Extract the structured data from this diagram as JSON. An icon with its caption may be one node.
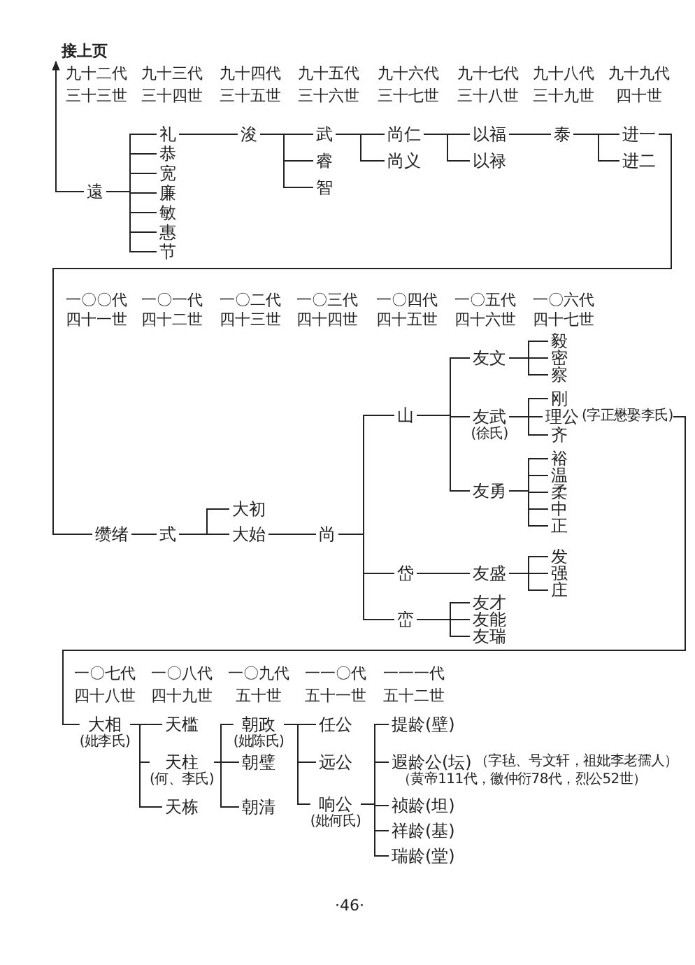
{
  "diagram": {
    "nodes": [
      {
        "text": [
          "接上页"
        ]
      },
      {
        "text": [
          "遠"
        ]
      },
      {
        "text": [
          "礼"
        ]
      },
      {
        "text": [
          "恭"
        ]
      },
      {
        "text": [
          "宽"
        ]
      },
      {
        "text": [
          "廉"
        ]
      },
      {
        "text": [
          "敏"
        ]
      },
      {
        "text": [
          "惠"
        ]
      },
      {
        "text": [
          "节"
        ]
      },
      {
        "text": [
          "浚"
        ]
      },
      {
        "text": [
          "武"
        ]
      },
      {
        "text": [
          "睿"
        ]
      },
      {
        "text": [
          "智"
        ]
      },
      {
        "text": [
          "尚仁"
        ]
      },
      {
        "text": [
          "尚义"
        ]
      },
      {
        "text": [
          "以福"
        ]
      },
      {
        "text": [
          "以禄"
        ]
      },
      {
        "text": [
          "泰"
        ]
      },
      {
        "text": [
          "进一"
        ]
      },
      {
        "text": [
          "进二"
        ]
      },
      {
        "text": [
          "缵绪"
        ]
      },
      {
        "text": [
          "式"
        ]
      },
      {
        "text": [
          "大初"
        ]
      },
      {
        "text": [
          "大始"
        ]
      },
      {
        "text": [
          "尚"
        ]
      },
      {
        "text": [
          "山"
        ]
      },
      {
        "text": [
          "友文"
        ]
      },
      {
        "text": [
          "友武",
          "(徐氏)"
        ]
      },
      {
        "text": [
          "友勇"
        ]
      },
      {
        "text": [
          "毅"
        ]
      },
      {
        "text": [
          "密"
        ]
      },
      {
        "text": [
          "察"
        ]
      },
      {
        "text": [
          "刚"
        ]
      },
      {
        "text": [
          "理公",
          "(字正懋娶李氏)"
        ]
      },
      {
        "text": [
          "齐"
        ]
      },
      {
        "text": [
          "裕"
        ]
      },
      {
        "text": [
          "温"
        ]
      },
      {
        "text": [
          "柔"
        ]
      },
      {
        "text": [
          "中"
        ]
      },
      {
        "text": [
          "正"
        ]
      },
      {
        "text": [
          "岱"
        ]
      },
      {
        "text": [
          "友盛"
        ]
      },
      {
        "text": [
          "发"
        ]
      },
      {
        "text": [
          "强"
        ]
      },
      {
        "text": [
          "庄"
        ]
      },
      {
        "text": [
          "峦"
        ]
      },
      {
        "text": [
          "友才"
        ]
      },
      {
        "text": [
          "友能"
        ]
      },
      {
        "text": [
          "友瑞"
        ]
      },
      {
        "text": [
          "大相",
          "(妣李氏)"
        ]
      },
      {
        "text": [
          "天槛"
        ]
      },
      {
        "text": [
          "天柱",
          "(何、李氏)"
        ]
      },
      {
        "text": [
          "天栋"
        ]
      },
      {
        "text": [
          "朝政",
          "(妣陈氏)"
        ]
      },
      {
        "text": [
          "朝璧"
        ]
      },
      {
        "text": [
          "朝清"
        ]
      },
      {
        "text": [
          "任公"
        ]
      },
      {
        "text": [
          "远公"
        ]
      },
      {
        "text": [
          "响公",
          "(妣何氏)"
        ]
      },
      {
        "text": [
          "提龄(壁)"
        ]
      },
      {
        "text": [
          "遐龄公(坛)",
          "（字毡、号文轩，祖妣李老孺人）",
          "（黄帝111代，徽仲衍78代，烈公52世）"
        ]
      },
      {
        "text": [
          "祯龄(坦)"
        ]
      },
      {
        "text": [
          "祥龄(基)"
        ]
      },
      {
        "text": [
          "瑞龄(堂)"
        ]
      }
    ],
    "edges": [
      {
        "from": 1,
        "to": 0,
        "arrow": "to"
      },
      {
        "from": 1,
        "to": 2,
        "arrow": "none"
      },
      {
        "from": 1,
        "to": 3,
        "arrow": "none"
      },
      {
        "from": 1,
        "to": 4,
        "arrow": "none"
      },
      {
        "from": 1,
        "to": 5,
        "arrow": "none"
      },
      {
        "from": 1,
        "to": 6,
        "arrow": "none"
      },
      {
        "from": 1,
        "to": 7,
        "arrow": "none"
      },
      {
        "from": 1,
        "to": 8,
        "arrow": "none"
      },
      {
        "from": 2,
        "to": 9,
        "arrow": "none"
      },
      {
        "from": 9,
        "to": 10,
        "arrow": "none"
      },
      {
        "from": 9,
        "to": 11,
        "arrow": "none"
      },
      {
        "from": 9,
        "to": 12,
        "arrow": "none"
      },
      {
        "from": 10,
        "to": 13,
        "arrow": "none"
      },
      {
        "from": 10,
        "to": 14,
        "arrow": "none"
      },
      {
        "from": 13,
        "to": 15,
        "arrow": "none"
      },
      {
        "from": 13,
        "to": 16,
        "arrow": "none"
      },
      {
        "from": 15,
        "to": 17,
        "arrow": "none"
      },
      {
        "from": 17,
        "to": 18,
        "arrow": "none"
      },
      {
        "from": 17,
        "to": 19,
        "arrow": "none"
      },
      {
        "from": 18,
        "to": 20,
        "arrow": "none"
      },
      {
        "from": 20,
        "to": 21,
        "arrow": "none"
      },
      {
        "from": 21,
        "to": 22,
        "arrow": "none"
      },
      {
        "from": 21,
        "to": 23,
        "arrow": "none"
      },
      {
        "from": 23,
        "to": 24,
        "arrow": "none"
      },
      {
        "from": 24,
        "to": 25,
        "arrow": "none"
      },
      {
        "from": 24,
        "to": 40,
        "arrow": "none"
      },
      {
        "from": 24,
        "to": 45,
        "arrow": "none"
      },
      {
        "from": 25,
        "to": 26,
        "arrow": "none"
      },
      {
        "from": 25,
        "to": 27,
        "arrow": "none"
      },
      {
        "from": 25,
        "to": 28,
        "arrow": "none"
      },
      {
        "from": 26,
        "to": 29,
        "arrow": "none"
      },
      {
        "from": 26,
        "to": 30,
        "arrow": "none"
      },
      {
        "from": 26,
        "to": 31,
        "arrow": "none"
      },
      {
        "from": 27,
        "to": 32,
        "arrow": "none"
      },
      {
        "from": 27,
        "to": 33,
        "arrow": "none"
      },
      {
        "from": 27,
        "to": 34,
        "arrow": "none"
      },
      {
        "from": 28,
        "to": 35,
        "arrow": "none"
      },
      {
        "from": 28,
        "to": 36,
        "arrow": "none"
      },
      {
        "from": 28,
        "to": 37,
        "arrow": "none"
      },
      {
        "from": 28,
        "to": 38,
        "arrow": "none"
      },
      {
        "from": 28,
        "to": 39,
        "arrow": "none"
      },
      {
        "from": 40,
        "to": 41,
        "arrow": "none"
      },
      {
        "from": 41,
        "to": 42,
        "arrow": "none"
      },
      {
        "from": 41,
        "to": 43,
        "arrow": "none"
      },
      {
        "from": 41,
        "to": 44,
        "arrow": "none"
      },
      {
        "from": 45,
        "to": 46,
        "arrow": "none"
      },
      {
        "from": 45,
        "to": 47,
        "arrow": "none"
      },
      {
        "from": 45,
        "to": 48,
        "arrow": "none"
      },
      {
        "from": 33,
        "to": 49,
        "arrow": "none"
      },
      {
        "from": 49,
        "to": 50,
        "arrow": "none"
      },
      {
        "from": 49,
        "to": 51,
        "arrow": "none"
      },
      {
        "from": 49,
        "to": 52,
        "arrow": "none"
      },
      {
        "from": 51,
        "to": 53,
        "arrow": "none"
      },
      {
        "from": 51,
        "to": 54,
        "arrow": "none"
      },
      {
        "from": 51,
        "to": 55,
        "arrow": "none"
      },
      {
        "from": 53,
        "to": 56,
        "arrow": "none"
      },
      {
        "from": 53,
        "to": 57,
        "arrow": "none"
      },
      {
        "from": 53,
        "to": 58,
        "arrow": "none"
      },
      {
        "from": 58,
        "to": 59,
        "arrow": "none"
      },
      {
        "from": 58,
        "to": 60,
        "arrow": "none"
      },
      {
        "from": 58,
        "to": 61,
        "arrow": "none"
      },
      {
        "from": 58,
        "to": 62,
        "arrow": "none"
      },
      {
        "from": 58,
        "to": 63,
        "arrow": "none"
      }
    ],
    "labels": [
      "九十二代",
      "九十三代",
      "九十四代",
      "九十五代",
      "九十六代",
      "九十七代",
      "九十八代",
      "九十九代",
      "三十三世",
      "三十四世",
      "三十五世",
      "三十六世",
      "三十七世",
      "三十八世",
      "三十九世",
      "四十世",
      "一〇〇代",
      "一〇一代",
      "一〇二代",
      "一〇三代",
      "一〇四代",
      "一〇五代",
      "一〇六代",
      "四十一世",
      "四十二世",
      "四十三世",
      "四十四世",
      "四十五世",
      "四十六世",
      "四十七世",
      "一〇七代",
      "一〇八代",
      "一〇九代",
      "一一〇代",
      "一一一代",
      "四十八世",
      "四十九世",
      "五十世",
      "五十一世",
      "五十二世",
      "·46·"
    ]
  }
}
